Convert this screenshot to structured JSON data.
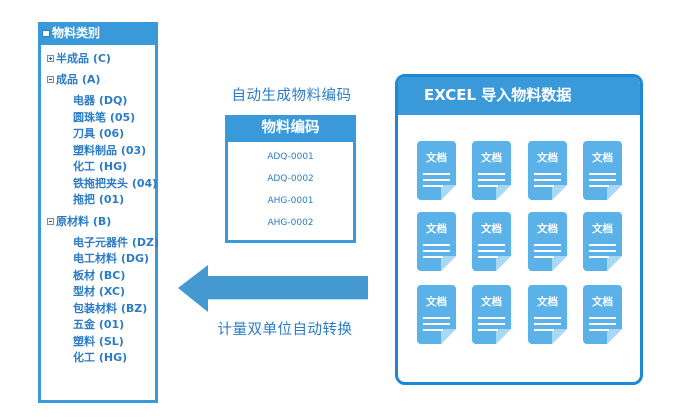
{
  "tree": {
    "title": "物料类别",
    "groups": [
      {
        "label": "半成品 (C)",
        "expanded": false,
        "items": []
      },
      {
        "label": "成品 (A)",
        "expanded": true,
        "items": [
          "电器 (DQ)",
          "圆珠笔 (05)",
          "刀具 (06)",
          "塑料制品 (03)",
          "化工 (HG)",
          "铁拖把夹头 (04)",
          "拖把 (01)"
        ]
      },
      {
        "label": "原材料 (B)",
        "expanded": true,
        "items": [
          "电子元器件 (DZ)",
          "电工材料 (DG)",
          "板材 (BC)",
          "型材 (XC)",
          "包装材料 (BZ)",
          "五金 (01)",
          "塑料 (SL)",
          "化工 (HG)"
        ]
      }
    ]
  },
  "codes": {
    "caption": "自动生成物料编码",
    "header": "物料编码",
    "items": [
      "ADQ-0001",
      "ADQ-0002",
      "AHG-0001",
      "AHG-0002"
    ]
  },
  "conversion": {
    "label": "计量双单位自动转换",
    "arrow_icon": "arrow-left-icon"
  },
  "excel": {
    "title": "EXCEL 导入物料数据",
    "doc_label": "文档",
    "rows": 3,
    "cols": 4,
    "doc_icon": "document-icon"
  },
  "colors": {
    "primary": "#3a9ad9",
    "border_dark": "#1e88d4",
    "text_blue": "#2b7cc4",
    "doc_fill": "#5ab2e8",
    "doc_fold": "#a9d8f5"
  }
}
